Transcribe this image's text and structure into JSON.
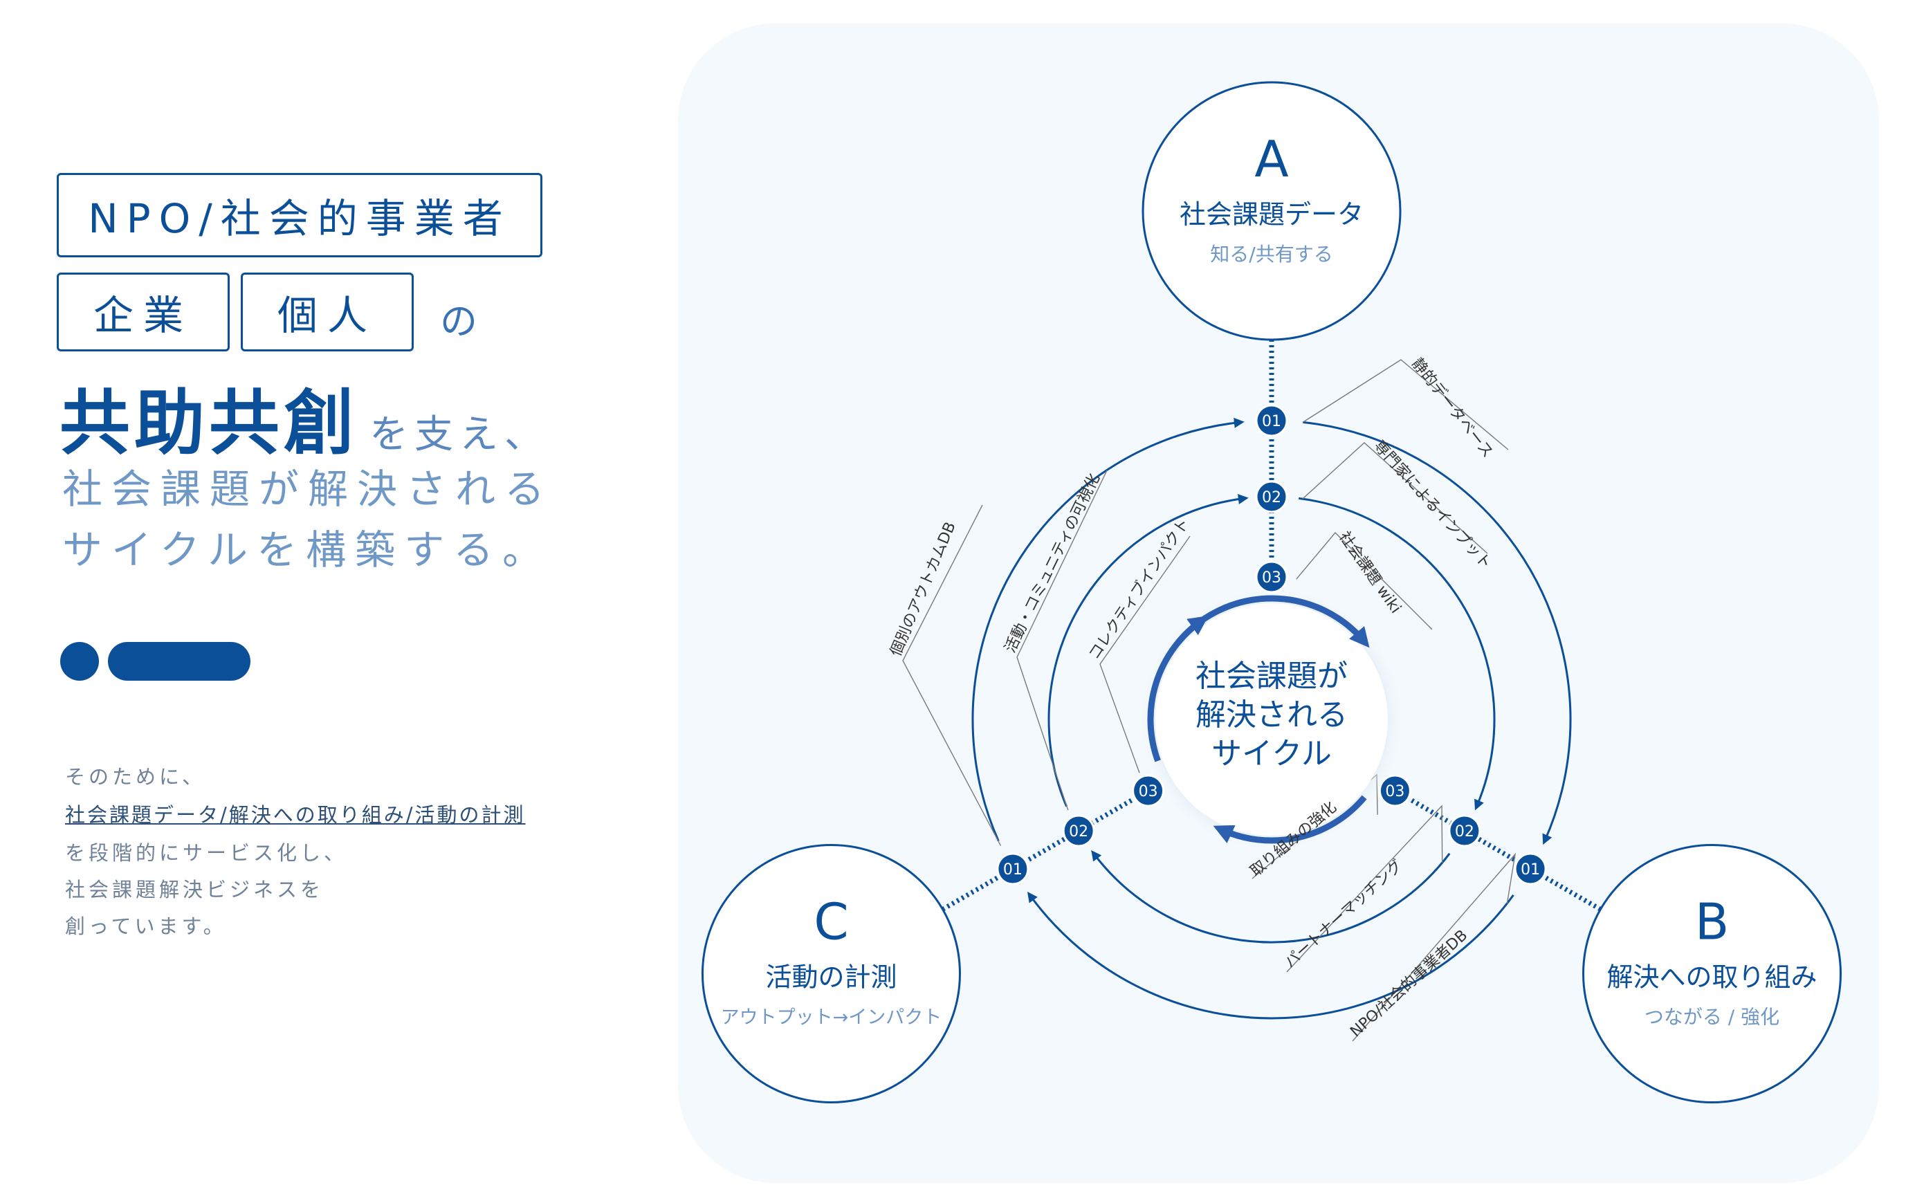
{
  "left": {
    "tag_npo": "NPO/社会的事業者",
    "tag_company": "企業",
    "tag_person": "個人",
    "particle_no": "の",
    "headline_main": "共助共創",
    "headline_suffix": "を支え、",
    "sub_line1": "社会課題が解決される",
    "sub_line2": "サイクルを構築する。",
    "body_line1": "そのために、",
    "body_line2_link": "社会課題データ/解決への取り組み/活動の計測",
    "body_line3": "を段階的にサービス化し、",
    "body_line4": "社会課題解決ビジネスを",
    "body_line5": "創っています。"
  },
  "diagram": {
    "center_lines": [
      "社会課題が",
      "解決される",
      "サイクル"
    ],
    "nodes": {
      "a": {
        "letter": "A",
        "title": "社会課題データ",
        "subtitle": "知る/共有する"
      },
      "b": {
        "letter": "B",
        "title": "解決への取り組み",
        "subtitle": "つながる / 強化"
      },
      "c": {
        "letter": "C",
        "title": "活動の計測",
        "subtitle": "アウトプット→インパクト"
      }
    },
    "badges": {
      "level1": "01",
      "level2": "02",
      "level3": "03"
    },
    "annotations": {
      "a1": "静的データベース",
      "a2": "専門家によるインプット",
      "a3": "社会課題 wiki",
      "b1": "NPO/社会的事業者DB",
      "b2": "パートナーマッチング",
      "b3": "取り組みの強化",
      "c1": "個別のアウトカムDB",
      "c2": "活動・コミュニティの可視化",
      "c3": "コレクティブインパクト"
    },
    "colors": {
      "primary": "#0b4f99",
      "panel_background": "#f3f9fc",
      "text_light": "#6f98c7",
      "leader_line": "#7a7a7a"
    }
  }
}
